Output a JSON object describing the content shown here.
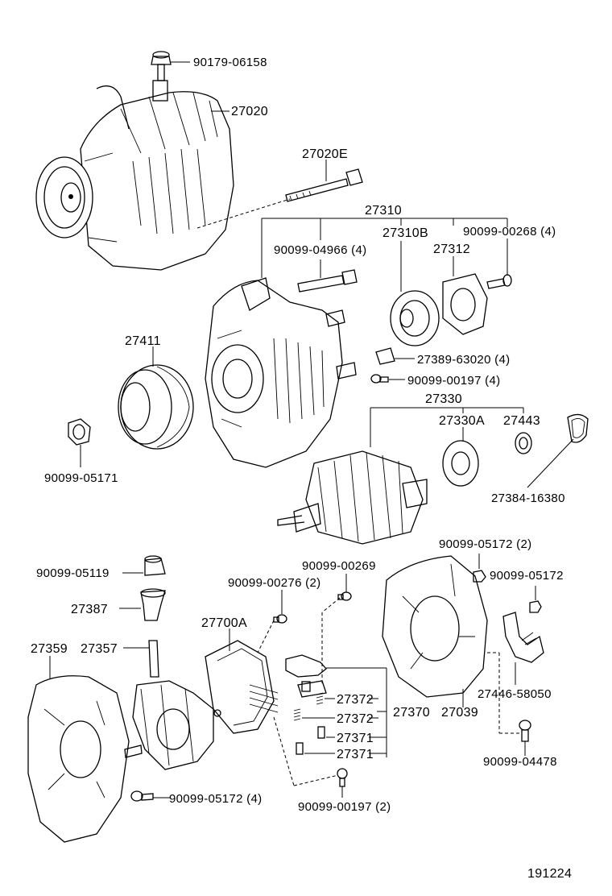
{
  "parts": [
    {
      "id": "p1",
      "code": "90179-06158"
    },
    {
      "id": "p2",
      "code": "27020"
    },
    {
      "id": "p3",
      "code": "27020E"
    },
    {
      "id": "p4",
      "code": "27310"
    },
    {
      "id": "p5",
      "code": "90099-04966 (4)"
    },
    {
      "id": "p6",
      "code": "27310B"
    },
    {
      "id": "p7",
      "code": "27312"
    },
    {
      "id": "p8",
      "code": "90099-00268 (4)"
    },
    {
      "id": "p9",
      "code": "27411"
    },
    {
      "id": "p10",
      "code": "27389-63020 (4)"
    },
    {
      "id": "p11",
      "code": "90099-00197 (4)"
    },
    {
      "id": "p12",
      "code": "27330"
    },
    {
      "id": "p13",
      "code": "27330A"
    },
    {
      "id": "p14",
      "code": "27443"
    },
    {
      "id": "p15",
      "code": "90099-05171"
    },
    {
      "id": "p16",
      "code": "27384-16380"
    },
    {
      "id": "p17",
      "code": "90099-05172 (2)"
    },
    {
      "id": "p18",
      "code": "90099-00269"
    },
    {
      "id": "p19",
      "code": "90099-05119"
    },
    {
      "id": "p20",
      "code": "90099-05172"
    },
    {
      "id": "p21",
      "code": "90099-00276 (2)"
    },
    {
      "id": "p22",
      "code": "27387"
    },
    {
      "id": "p23",
      "code": "27700A"
    },
    {
      "id": "p24",
      "code": "27359"
    },
    {
      "id": "p25",
      "code": "27357"
    },
    {
      "id": "p26",
      "code": "27372"
    },
    {
      "id": "p27",
      "code": "27370"
    },
    {
      "id": "p28",
      "code": "27039"
    },
    {
      "id": "p29",
      "code": "27446-58050"
    },
    {
      "id": "p30",
      "code": "27372"
    },
    {
      "id": "p31",
      "code": "27371"
    },
    {
      "id": "p32",
      "code": "27371"
    },
    {
      "id": "p33",
      "code": "90099-04478"
    },
    {
      "id": "p34",
      "code": "90099-05172 (4)"
    },
    {
      "id": "p35",
      "code": "90099-00197 (2)"
    }
  ],
  "figure_number": "191224"
}
